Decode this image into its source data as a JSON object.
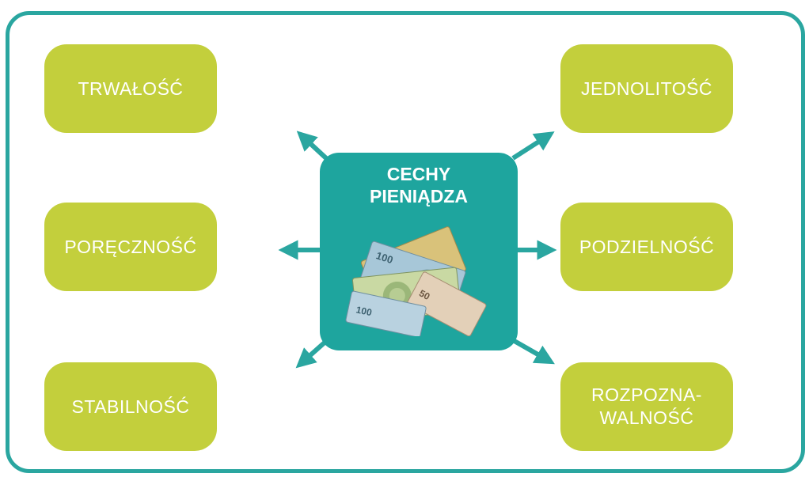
{
  "center": {
    "title": "CECHY\nPIENIĄDZA",
    "icon": "banknotes-icon"
  },
  "features": {
    "top_left": "TRWAŁOŚĆ",
    "mid_left": "PORĘCZNOŚĆ",
    "bottom_left": "STABILNOŚĆ",
    "top_right": "JEDNOLITOŚĆ",
    "mid_right": "PODZIELNOŚĆ",
    "bottom_right": "ROZPOZNA-\nWALNOŚĆ"
  },
  "colors": {
    "frame": "#2aa6a0",
    "center": "#1ea59e",
    "box": "#c3cf3c",
    "text": "#ffffff"
  }
}
